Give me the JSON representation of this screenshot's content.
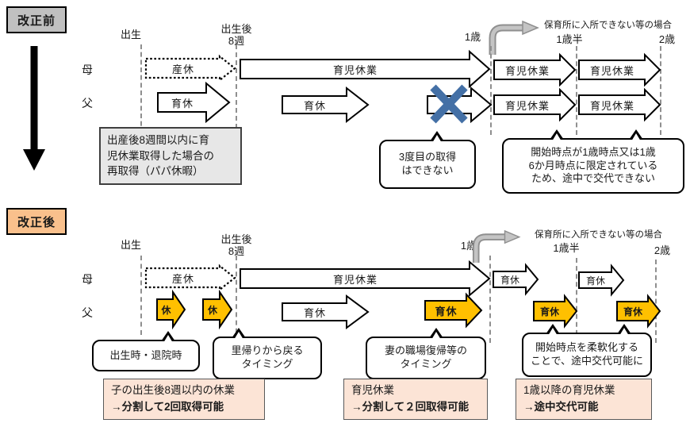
{
  "colors": {
    "arrow_yellow": "#FFC000",
    "title_before_bg": "#C0C0C0",
    "title_after_bg": "#F9C08C",
    "summary_bg": "#FCE4D6",
    "note_gray_bg": "#E7E7E7",
    "x_mark_blue": "#4470A6",
    "curve_arrow_gray": "#9C9C9C"
  },
  "before": {
    "title": "改正前",
    "timeline": {
      "birth": "出生",
      "after_birth": "出生後",
      "week8": "8週",
      "age1": "1歳",
      "age1_5": "1歳半",
      "age2": "2歳"
    },
    "nursery_note": "保育所に入所できない等の場合",
    "rows": {
      "mother": "母",
      "father": "父"
    },
    "arrows": {
      "sankyu": "産休",
      "ikuji_long": "育児休業",
      "ikuji": "育児休業",
      "ikukyu": "育休"
    },
    "papa_note_lines": [
      "出産後8週間以内に育",
      "児休業取得した場合の",
      "再取得（パパ休暇）"
    ],
    "bubble_third_lines": [
      "3度目の取得",
      "はできない"
    ],
    "bubble_limited_lines": [
      "開始時点が1歳時点又は1歳",
      "6か月時点に限定されている",
      "ため、途中で交代できない"
    ]
  },
  "after": {
    "title": "改正後",
    "timeline": {
      "birth": "出生",
      "after_birth": "出生後",
      "week8": "8週",
      "age1": "1歳",
      "age1_5": "1歳半",
      "age2": "2歳"
    },
    "nursery_note": "保育所に入所できない等の場合",
    "rows": {
      "mother": "母",
      "father": "父"
    },
    "arrows": {
      "sankyu": "産休",
      "ikuji_long": "育児休業",
      "ikukyu": "育休",
      "kyuu": "休"
    },
    "bubble_birth": "出生時・退院時",
    "bubble_satogaeri_lines": [
      "里帰りから戻る",
      "タイミング"
    ],
    "bubble_wife_lines": [
      "妻の職場復帰等の",
      "タイミング"
    ],
    "bubble_flexible_lines": [
      "開始時点を柔軟化する",
      "ことで、途中交代可能に"
    ],
    "summaries": [
      {
        "line1": "子の出生後8週以内の休業",
        "line2": "→分割して2回取得可能"
      },
      {
        "line1": "育児休業",
        "line2": "→分割して２回取得可能"
      },
      {
        "line1": "1歳以降の育児休業",
        "line2": "→途中交代可能"
      }
    ]
  }
}
